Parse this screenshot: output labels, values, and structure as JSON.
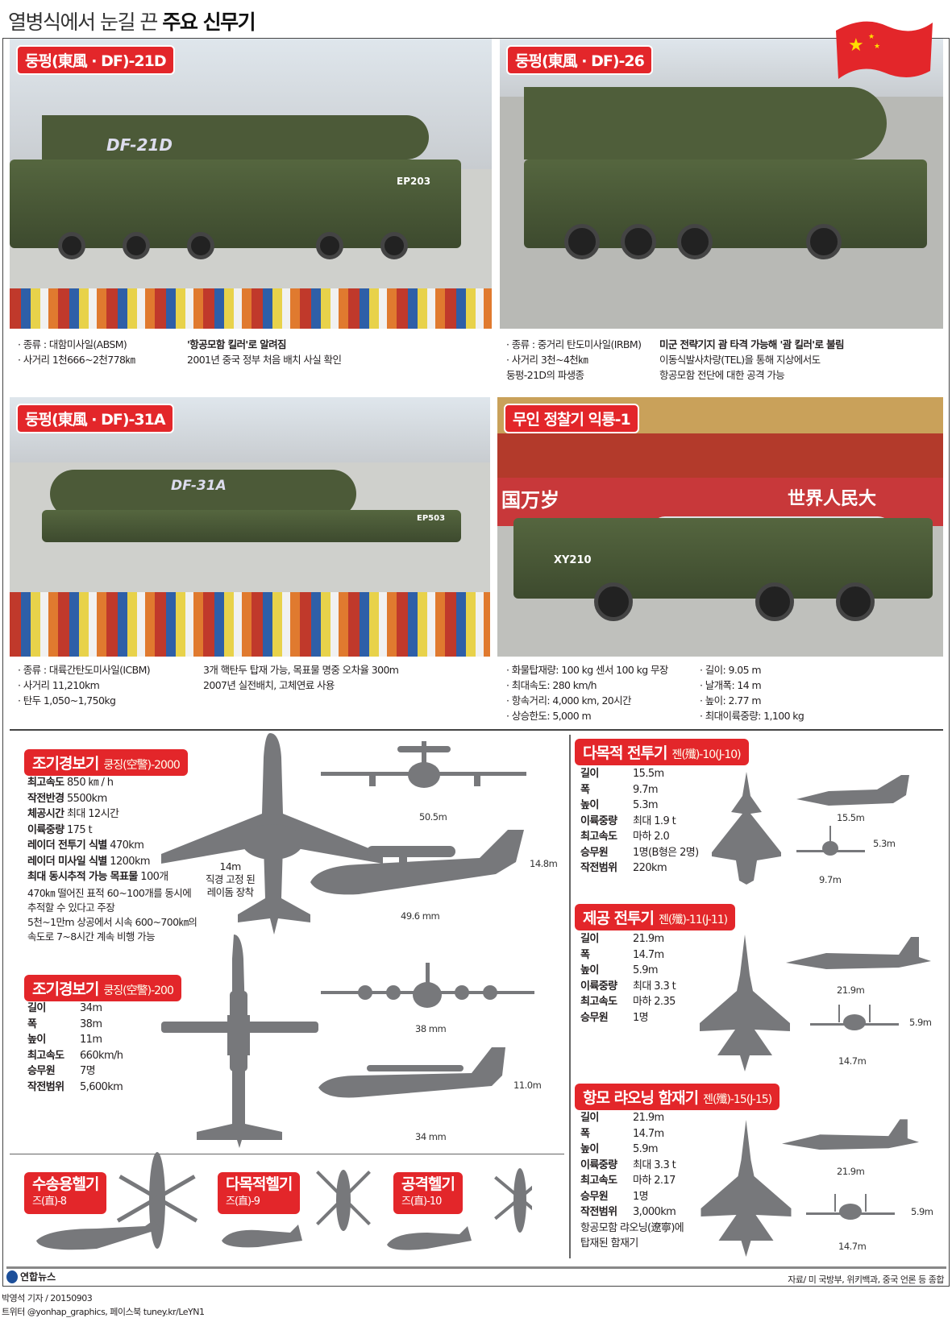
{
  "title": {
    "normal": "열병식에서 눈길 끈",
    "bold": "주요 신무기"
  },
  "missiles": [
    {
      "label": "둥펑(東風 · DF)-21D",
      "marking": "DF-21D",
      "plate": "EP203",
      "specs": [
        "종류 : 대함미사일(ABSM)",
        "사거리 1천666~2천778㎞"
      ],
      "notes": [
        "'항공모함 킬러'로 알려짐",
        "2001년 중국 정부 처음 배치 사실 확인"
      ]
    },
    {
      "label": "둥펑(東風 · DF)-26",
      "specs": [
        "종류 : 중거리 탄도미사일(IRBM)",
        "사거리 3천~4천㎞"
      ],
      "extra": "둥펑-21D의 파생종",
      "notes": [
        "미군 전략기지 괌 타격 가능해 '괌 킬러'로 불림",
        "이동식발사차량(TEL)을 통해 지상에서도",
        "항공모함 전단에 대한 공격 가능"
      ]
    },
    {
      "label": "둥펑(東風 · DF)-31A",
      "marking": "DF-31A",
      "plate": "EP503",
      "specs": [
        "종류 : 대륙간탄도미사일(ICBM)",
        "사거리 11,210km",
        "탄두 1,050~1,750kg"
      ],
      "notes": [
        "3개 핵탄두 탑재 가능, 목표물 명중 오차율 300m",
        "2007년 실전배치, 고체연료 사용"
      ]
    },
    {
      "label": "무인 정찰기 익룡-1",
      "plate": "XY210",
      "banner_left": "国万岁",
      "banner_right": "世界人民大",
      "specs": [
        "화물탑재량: 100 kg 센서 100 kg 무장",
        "최대속도: 280 km/h",
        "항속거리: 4,000 km, 20시간",
        "상승한도: 5,000 m"
      ],
      "specs2": [
        "길이: 9.05 m",
        "날개폭: 14 m",
        "높이: 2.77 m",
        "최대이륙중량: 1,100 kg"
      ]
    }
  ],
  "kj2000": {
    "title": "조기경보기",
    "sub": "쿵징(空警)-2000",
    "rows": [
      [
        "최고속도",
        "850 ㎞ / h"
      ],
      [
        "작전반경",
        "5500km"
      ],
      [
        "체공시간",
        "최대 12시간"
      ],
      [
        "이륙중량",
        "175 t"
      ],
      [
        "레이더 전투기 식별",
        "470km"
      ],
      [
        "레이더 미사일 식별",
        "1200km"
      ],
      [
        "최대 동시추적 가능 목표물",
        "100개"
      ]
    ],
    "desc": [
      "470㎞ 떨어진 표적 60~100개를 동시에",
      "추적할 수 있다고 주장",
      "5천~1만m 상공에서 시속 600~700㎞의",
      "속도로 7~8시간 계속 비행 가능"
    ],
    "radome_note": [
      "14m",
      "직경 고정 된",
      "레이돔 장착"
    ],
    "dims": {
      "wingspan": "50.5m",
      "length": "49.6 mm",
      "height": "14.8m"
    }
  },
  "kj200": {
    "title": "조기경보기",
    "sub": "쿵징(空警)-200",
    "rows": [
      [
        "길이",
        "34m"
      ],
      [
        "폭",
        "38m"
      ],
      [
        "높이",
        "11m"
      ],
      [
        "최고속도",
        "660km/h"
      ],
      [
        "승무원",
        "7명"
      ],
      [
        "작전범위",
        "5,600km"
      ]
    ],
    "dims": {
      "wingspan": "38 mm",
      "length": "34 mm",
      "height": "11.0m"
    }
  },
  "j10": {
    "title": "다목적 전투기",
    "sub": "젠(殲)-10(J-10)",
    "rows": [
      [
        "길이",
        "15.5m"
      ],
      [
        "폭",
        "9.7m"
      ],
      [
        "높이",
        "5.3m"
      ],
      [
        "이륙중량",
        "최대 1.9 t"
      ],
      [
        "최고속도",
        "마하 2.0"
      ],
      [
        "승무원",
        "1명(B형은 2명)"
      ],
      [
        "작전범위",
        "220km"
      ]
    ],
    "dims": {
      "length": "15.5m",
      "height": "5.3m",
      "width": "9.7m"
    }
  },
  "j11": {
    "title": "제공 전투기",
    "sub": "젠(殲)-11(J-11)",
    "rows": [
      [
        "길이",
        "21.9m"
      ],
      [
        "폭",
        "14.7m"
      ],
      [
        "높이",
        "5.9m"
      ],
      [
        "이륙중량",
        "최대 3.3 t"
      ],
      [
        "최고속도",
        "마하 2.35"
      ],
      [
        "승무원",
        "1명"
      ]
    ],
    "dims": {
      "length": "21.9m",
      "height": "5.9m",
      "width": "14.7m"
    }
  },
  "j15": {
    "title": "항모 랴오닝 함재기",
    "sub": "젠(殲)-15(J-15)",
    "rows": [
      [
        "길이",
        "21.9m"
      ],
      [
        "폭",
        "14.7m"
      ],
      [
        "높이",
        "5.9m"
      ],
      [
        "이륙중량",
        "최대 3.3 t"
      ],
      [
        "최고속도",
        "마하 2.17"
      ],
      [
        "승무원",
        "1명"
      ],
      [
        "작전범위",
        "3,000km"
      ]
    ],
    "desc": [
      "항공모함 랴오닝(遼寧)에",
      "탑재된 함재기"
    ],
    "dims": {
      "length": "21.9m",
      "height": "5.9m",
      "width": "14.7m"
    }
  },
  "helicopters": [
    {
      "title": "수송용헬기",
      "sub": "즈(直)-8"
    },
    {
      "title": "다목적헬기",
      "sub": "즈(直)-9"
    },
    {
      "title": "공격헬기",
      "sub": "즈(直)-10"
    }
  ],
  "footer": {
    "logo": "연합뉴스",
    "source": "자료/ 미 국방부, 위키백과, 중국 언론 등 종합",
    "credit1": "박영석 기자 / 20150903",
    "credit2": "트위터 @yonhap_graphics, 페이스북 tuney.kr/LeYN1"
  },
  "colors": {
    "accent": "#e3262a",
    "silhouette": "#77787b"
  }
}
